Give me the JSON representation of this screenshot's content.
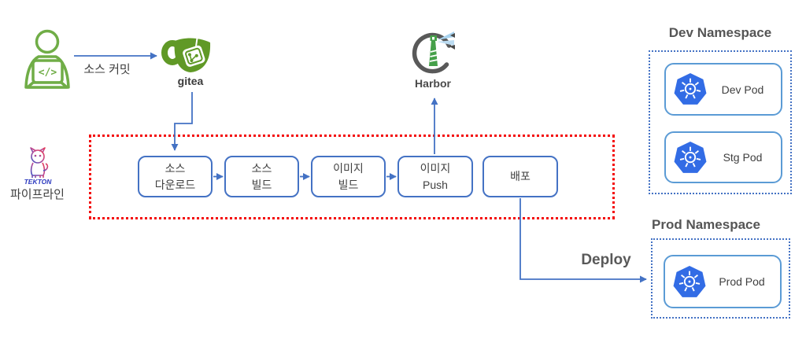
{
  "actor": {
    "commit_label": "소스 커밋"
  },
  "gitea": {
    "label": "gitea"
  },
  "harbor": {
    "label": "Harbor"
  },
  "tekton": {
    "logo_text": "TEKTON",
    "label": "파이프라인"
  },
  "pipeline": {
    "steps": [
      {
        "line1": "소스",
        "line2": "다운로드"
      },
      {
        "line1": "소스",
        "line2": "빌드"
      },
      {
        "line1": "이미지",
        "line2": "빌드"
      },
      {
        "line1": "이미지",
        "line2": "Push"
      },
      {
        "line1": "배포",
        "line2": ""
      }
    ]
  },
  "deploy": {
    "label": "Deploy"
  },
  "namespaces": [
    {
      "title": "Dev Namespace",
      "pods": [
        {
          "label": "Dev Pod"
        },
        {
          "label": "Stg Pod"
        }
      ]
    },
    {
      "title": "Prod Namespace",
      "pods": [
        {
          "label": "Prod Pod"
        }
      ]
    }
  ],
  "colors": {
    "arrow_blue": "#4472C4",
    "step_border_blue": "#4472C4",
    "pod_border_blue": "#5B9BD5",
    "boundary_red": "#F40B0B",
    "kubernetes_blue": "#326CE5",
    "gitea_green": "#609926",
    "developer_green": "#70AD47",
    "harbor_gray": "#595959",
    "text_dark": "#3F3F3F"
  }
}
